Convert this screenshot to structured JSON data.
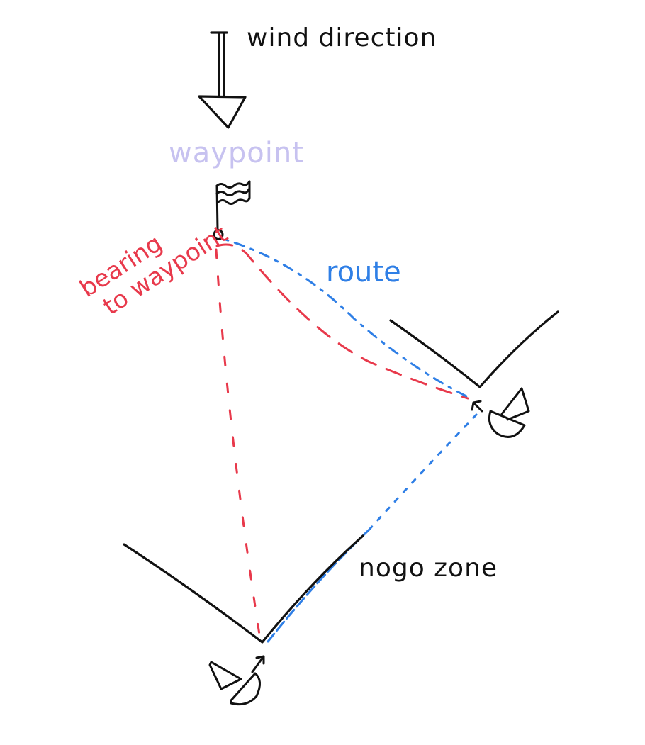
{
  "labels": {
    "wind_direction": "wind direction",
    "waypoint": "waypoint",
    "bearing_line1": "bearing",
    "bearing_line2": "to waypoint",
    "route": "route",
    "nogo_zone": "nogo zone"
  },
  "colors": {
    "ink": "#111111",
    "waypoint": "#c7c2f0",
    "bearing": "#e8394b",
    "route": "#2f7fe6"
  },
  "icons": [
    "wind-arrow-icon",
    "waypoint-flag-icon",
    "sailboat-icon"
  ]
}
